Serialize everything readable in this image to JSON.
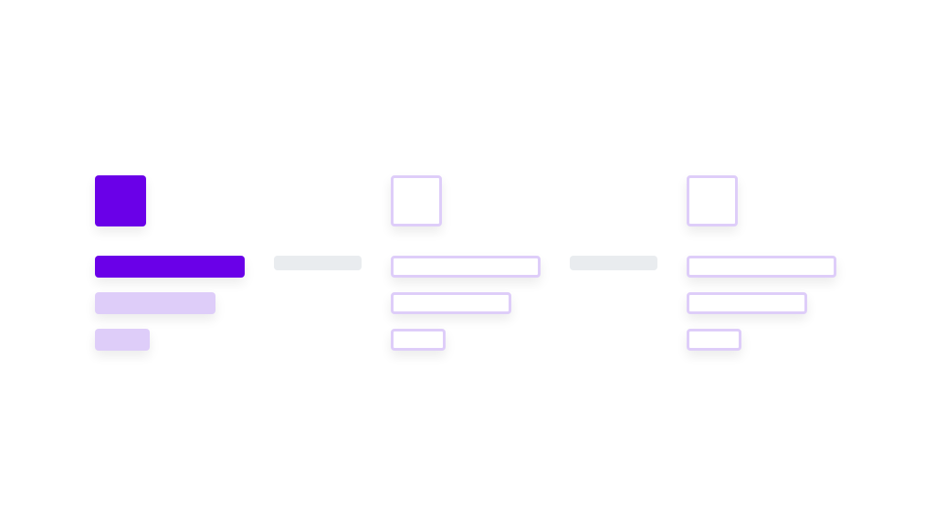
{
  "colors": {
    "primary": "#6a00e8",
    "soft": "#decdf9",
    "connector": "#e9ecef",
    "background": "#ffffff"
  },
  "groups": [
    {
      "name": "group-1",
      "style": "filled",
      "icon": "square-placeholder",
      "bars": [
        "long",
        "medium",
        "short"
      ]
    },
    {
      "name": "group-2",
      "style": "outlined",
      "icon": "square-placeholder",
      "bars": [
        "long",
        "medium",
        "short"
      ]
    },
    {
      "name": "group-3",
      "style": "outlined",
      "icon": "square-placeholder",
      "bars": [
        "long",
        "medium",
        "short"
      ]
    }
  ],
  "connectors": [
    "connector-1",
    "connector-2"
  ]
}
